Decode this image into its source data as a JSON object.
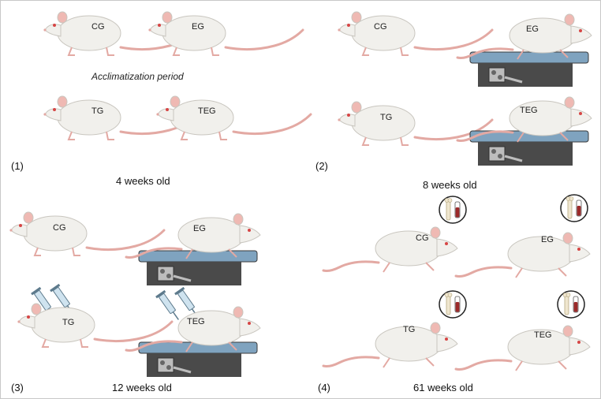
{
  "panels": [
    {
      "number": "(1)",
      "age": "4 weeks old",
      "note": "Acclimatization period",
      "groups": [
        "CG",
        "EG",
        "TG",
        "TEG"
      ]
    },
    {
      "number": "(2)",
      "age": "8 weeks old",
      "groups": [
        "CG",
        "EG",
        "TG",
        "TEG"
      ]
    },
    {
      "number": "(3)",
      "age": "12 weeks old",
      "groups": [
        "CG",
        "EG",
        "TG",
        "TEG"
      ]
    },
    {
      "number": "(4)",
      "age": "61 weeks old",
      "groups": [
        "CG",
        "EG",
        "TG",
        "TEG"
      ]
    }
  ],
  "icons": {
    "rat": "rat-icon",
    "treadmill": "treadmill-icon",
    "syringe": "syringe-icon",
    "sample": "bone-and-blood-tube-icon"
  },
  "colors": {
    "rat_body": "#f1f0ec",
    "rat_outline": "#c9c6bf",
    "tail": "#e3a9a3",
    "ear": "#efb9b3",
    "treadmill_dark": "#4a4a4a",
    "treadmill_belt": "#7fa3bf",
    "blood": "#9c2a2a"
  }
}
